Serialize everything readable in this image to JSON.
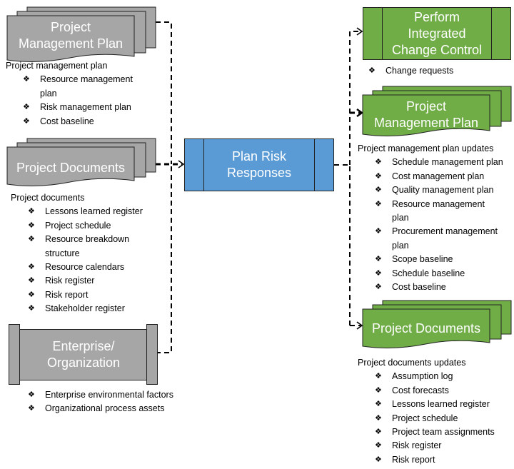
{
  "colors": {
    "input_gray": "#a6a6a6",
    "process_blue": "#5b9bd5",
    "output_green": "#70ad47",
    "outline": "#222222",
    "connector": "#000000"
  },
  "center_process": {
    "title_line1": "Plan Risk",
    "title_line2": "Responses"
  },
  "inputs": {
    "pmp": {
      "title_line1": "Project",
      "title_line2": "Management Plan",
      "heading": "Project management plan",
      "items": [
        {
          "line1": "Resource management",
          "line2": "plan"
        },
        {
          "line1": "Risk management plan"
        },
        {
          "line1": "Cost baseline"
        }
      ]
    },
    "docs": {
      "title": "Project Documents",
      "heading": "Project documents",
      "items": [
        {
          "line1": "Lessons learned register"
        },
        {
          "line1": "Project schedule"
        },
        {
          "line1": "Resource breakdown",
          "line2": "structure"
        },
        {
          "line1": "Resource calendars"
        },
        {
          "line1": "Risk register"
        },
        {
          "line1": "Risk report"
        },
        {
          "line1": "Stakeholder register"
        }
      ]
    },
    "enterprise": {
      "title_line1": "Enterprise/",
      "title_line2": "Organization",
      "items": [
        {
          "line1": "Enterprise environmental factors"
        },
        {
          "line1": "Organizational process assets"
        }
      ]
    }
  },
  "outputs": {
    "picc": {
      "title_line1": "Perform",
      "title_line2": "Integrated",
      "title_line3": "Change Control",
      "items": [
        {
          "line1": "Change requests"
        }
      ]
    },
    "pmp": {
      "title_line1": "Project",
      "title_line2": "Management Plan",
      "heading": "Project management plan updates",
      "items": [
        {
          "line1": "Schedule management plan"
        },
        {
          "line1": "Cost management plan"
        },
        {
          "line1": "Quality management plan"
        },
        {
          "line1": "Resource management",
          "line2": "plan"
        },
        {
          "line1": "Procurement management",
          "line2": "plan"
        },
        {
          "line1": "Scope baseline"
        },
        {
          "line1": "Schedule baseline"
        },
        {
          "line1": "Cost baseline"
        }
      ]
    },
    "docs": {
      "title": "Project Documents",
      "heading": "Project documents updates",
      "items": [
        {
          "line1": "Assumption log"
        },
        {
          "line1": "Cost forecasts"
        },
        {
          "line1": "Lessons learned register"
        },
        {
          "line1": "Project schedule"
        },
        {
          "line1": "Project team assignments"
        },
        {
          "line1": "Risk register"
        },
        {
          "line1": "Risk report"
        }
      ]
    }
  },
  "bullet_glyph": "❖"
}
